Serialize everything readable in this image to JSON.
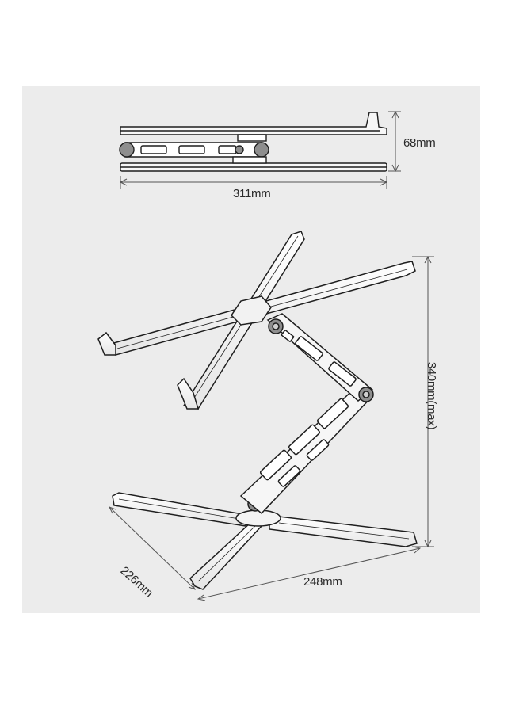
{
  "dimensions": {
    "folded_height": "68mm",
    "folded_length": "311mm",
    "max_height": "340mm(max)",
    "base_depth": "226mm",
    "base_width": "248mm"
  },
  "colors": {
    "background": "#ffffff",
    "frame": "#ececec",
    "stroke": "#1f1f1f",
    "metal": "#f4f4f4",
    "dark_part": "#8e8e8e"
  }
}
